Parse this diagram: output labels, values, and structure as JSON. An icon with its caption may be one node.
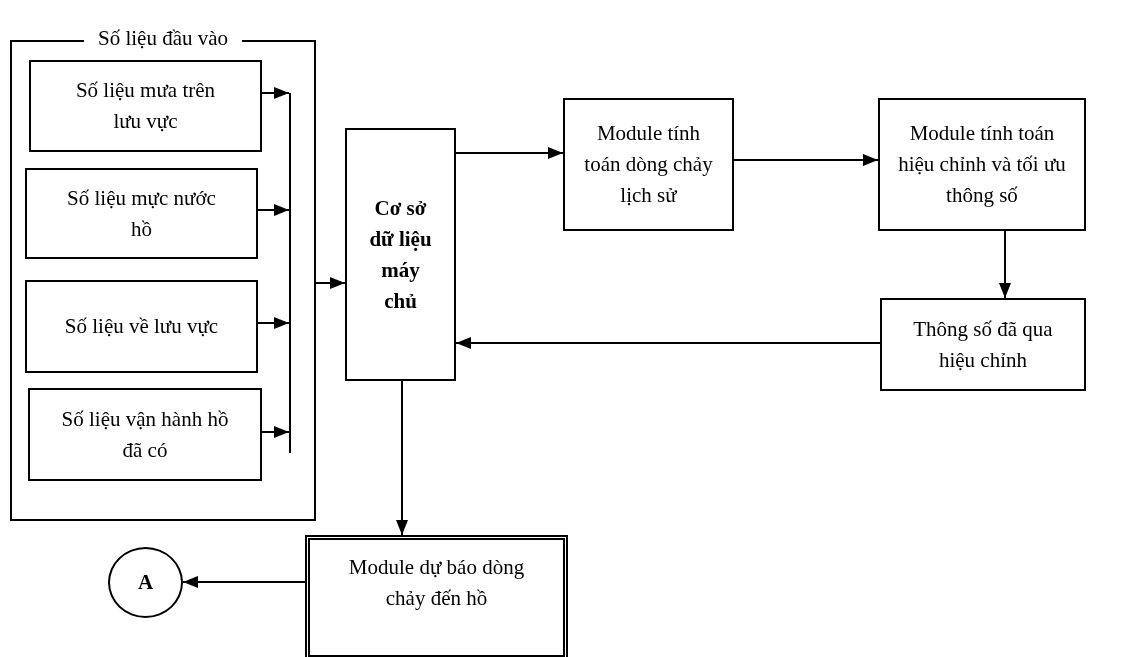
{
  "diagram": {
    "nodes": [
      {
        "text": [
          "Số liệu đầu vào"
        ]
      },
      {
        "text": [
          "Số liệu mưa trên lưu vực"
        ],
        "in": 0
      },
      {
        "text": [
          "Số liệu mực nước hồ"
        ],
        "in": 0
      },
      {
        "text": [
          "Số liệu về lưu vực"
        ],
        "in": 0
      },
      {
        "text": [
          "Số liệu vận hành hồ đã có"
        ],
        "in": 0
      },
      {
        "text": [],
        "shape": "bar",
        "in": 0
      },
      {
        "text": [
          "Cơ sở dữ liệu máy chủ"
        ]
      },
      {
        "text": [
          "Module tính toán dòng chảy lịch sử"
        ]
      },
      {
        "text": [
          "Module tính toán hiệu chỉnh và tối ưu thông số"
        ]
      },
      {
        "text": [
          "Thông số đã qua hiệu chỉnh"
        ]
      },
      {
        "text": [
          "Module dự báo dòng chảy đến hồ"
        ]
      },
      {
        "text": [
          "A"
        ]
      }
    ],
    "edges": [
      {
        "from": 1,
        "to": 5,
        "arrow": "to"
      },
      {
        "from": 2,
        "to": 5,
        "arrow": "to"
      },
      {
        "from": 3,
        "to": 5,
        "arrow": "to"
      },
      {
        "from": 4,
        "to": 5,
        "arrow": "to"
      },
      {
        "from": 0,
        "to": 6,
        "arrow": "to"
      },
      {
        "from": 6,
        "to": 7,
        "arrow": "to"
      },
      {
        "from": 7,
        "to": 8,
        "arrow": "to"
      },
      {
        "from": 8,
        "to": 9,
        "arrow": "to"
      },
      {
        "from": 9,
        "to": 6,
        "arrow": "to"
      },
      {
        "from": 6,
        "to": 10,
        "arrow": "to"
      },
      {
        "from": 10,
        "to": 11,
        "arrow": "to"
      }
    ]
  }
}
